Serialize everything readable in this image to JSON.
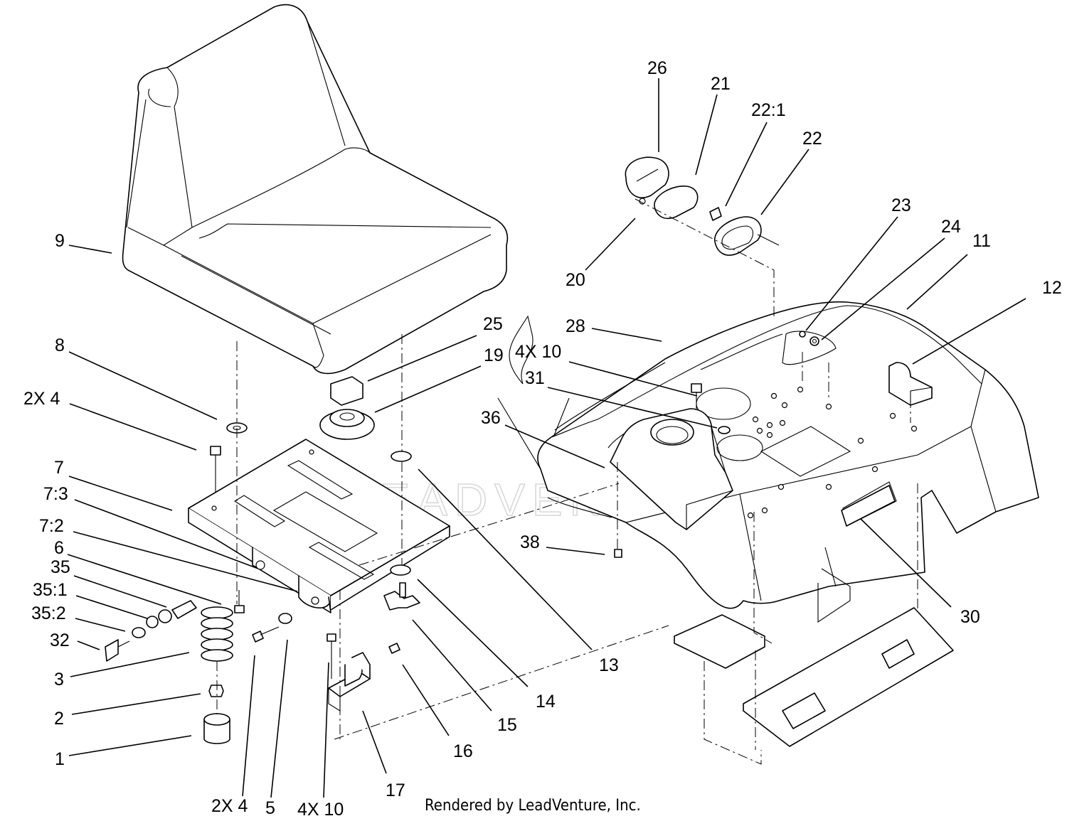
{
  "diagram": {
    "callouts": [
      {
        "label": "26"
      },
      {
        "label": "21"
      },
      {
        "label": "22:1"
      },
      {
        "label": "22"
      },
      {
        "label": "23"
      },
      {
        "label": "24"
      },
      {
        "label": "11"
      },
      {
        "label": "12"
      },
      {
        "label": "9"
      },
      {
        "label": "20"
      },
      {
        "label": "28"
      },
      {
        "label": "25"
      },
      {
        "label": "4X 10"
      },
      {
        "label": "19"
      },
      {
        "label": "31"
      },
      {
        "label": "8"
      },
      {
        "label": "2X 4"
      },
      {
        "label": "36"
      },
      {
        "label": "7"
      },
      {
        "label": "7:3"
      },
      {
        "label": "7:2"
      },
      {
        "label": "6"
      },
      {
        "label": "35"
      },
      {
        "label": "35:1"
      },
      {
        "label": "38"
      },
      {
        "label": "35:2"
      },
      {
        "label": "32"
      },
      {
        "label": "30"
      },
      {
        "label": "3"
      },
      {
        "label": "13"
      },
      {
        "label": "14"
      },
      {
        "label": "2"
      },
      {
        "label": "15"
      },
      {
        "label": "16"
      },
      {
        "label": "1"
      },
      {
        "label": "17"
      },
      {
        "label": "2X 4"
      },
      {
        "label": "5"
      },
      {
        "label": "4X 10"
      }
    ],
    "footer": "Rendered by LeadVenture, Inc.",
    "watermark": "LEADVENTURE"
  }
}
